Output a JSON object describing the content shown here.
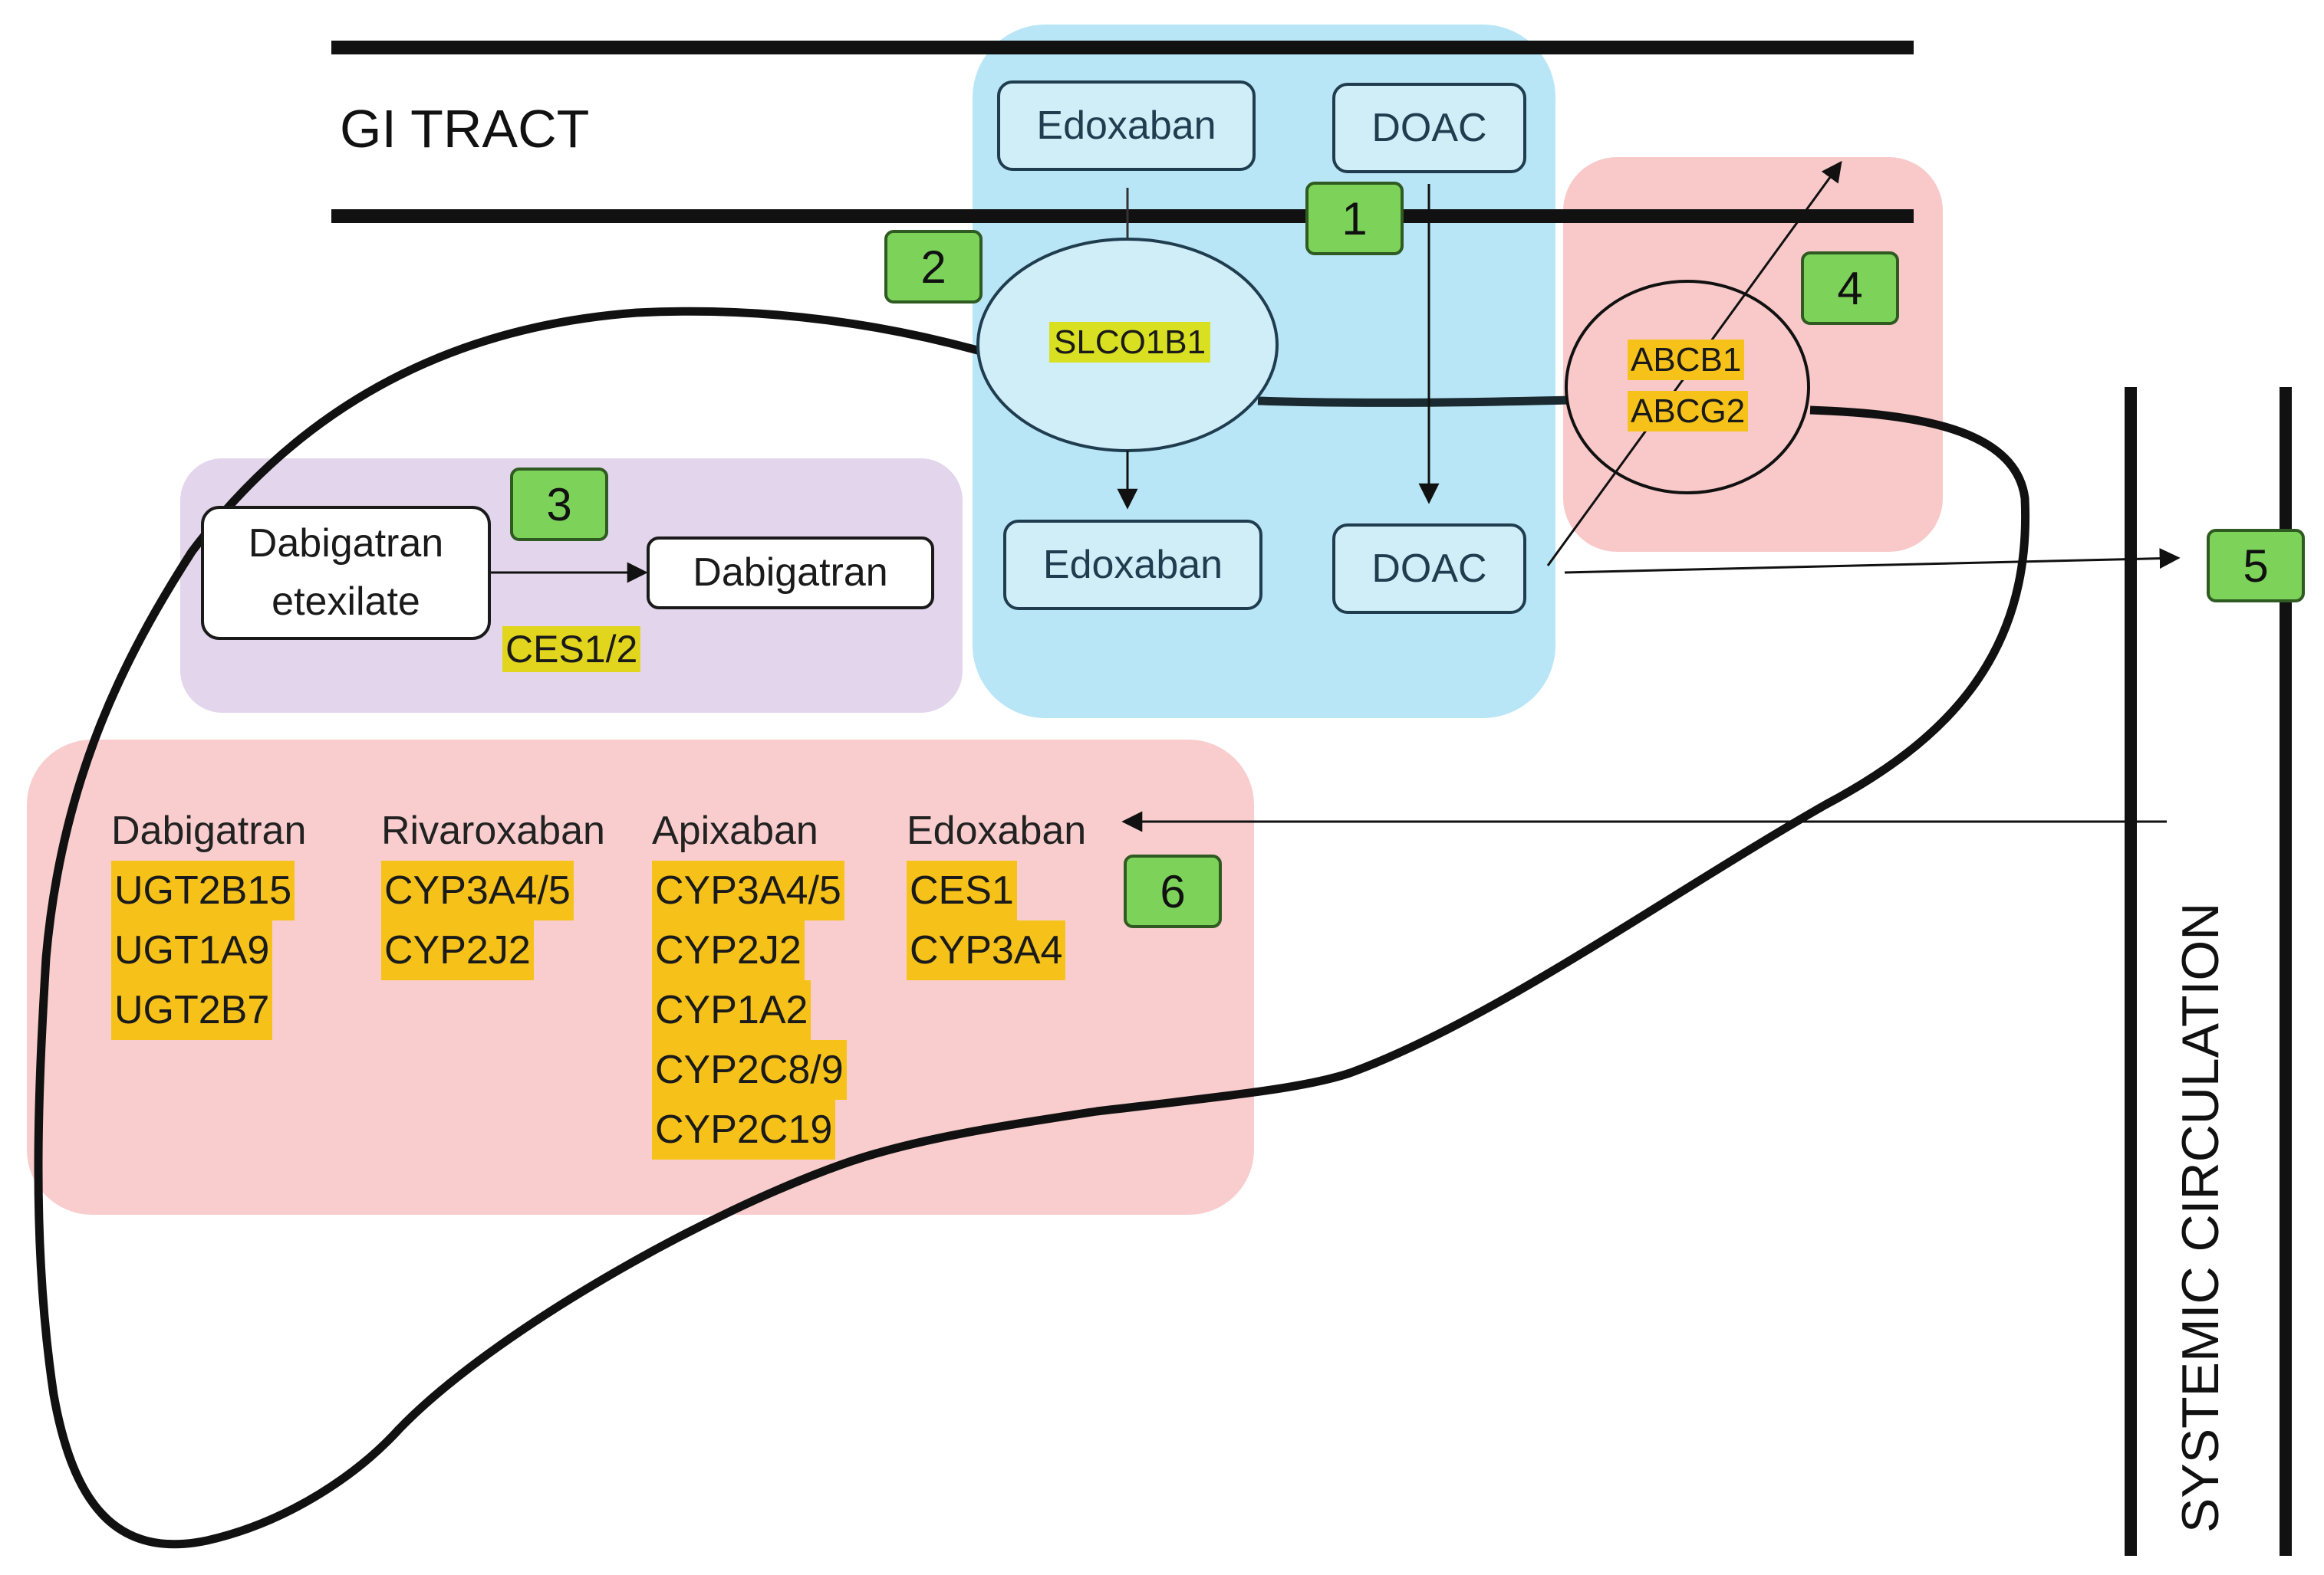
{
  "gi_tract": {
    "title": "GI TRACT",
    "drug_left": "Edoxaban",
    "drug_right": "DOAC"
  },
  "transporters": {
    "uptake": "SLCO1B1",
    "efflux_line1": "ABCB1",
    "efflux_line2": "ABCG2"
  },
  "liver": {
    "drug_left": "Edoxaban",
    "drug_right": "DOAC"
  },
  "activation": {
    "prodrug_line1": "Dabigatran",
    "prodrug_line2": "etexilate",
    "active": "Dabigatran",
    "enzyme": "CES1/2"
  },
  "metabolism": {
    "columns": [
      {
        "drug": "Dabigatran",
        "enzymes": [
          "UGT2B15",
          "UGT1A9",
          "UGT2B7"
        ]
      },
      {
        "drug": "Rivaroxaban",
        "enzymes": [
          "CYP3A4/5",
          "CYP2J2"
        ]
      },
      {
        "drug": "Apixaban",
        "enzymes": [
          "CYP3A4/5",
          "CYP2J2",
          "CYP1A2",
          "CYP2C8/9",
          "CYP2C19"
        ]
      },
      {
        "drug": "Edoxaban",
        "enzymes": [
          "CES1",
          "CYP3A4"
        ]
      }
    ]
  },
  "systemic_circulation": "SYSTEMIC CIRCULATION",
  "steps": [
    "1",
    "2",
    "3",
    "4",
    "5",
    "6"
  ],
  "colors": {
    "transport_region": "#b8e6f6",
    "efflux_region": "#f9c9c9",
    "activation_region": "#e3d6ec",
    "metabolism_region": "#f9c9c9",
    "step_badge": "#7dd35a",
    "enzyme_highlight": "#f6c21a",
    "uptake_highlight": "#d9e021"
  }
}
